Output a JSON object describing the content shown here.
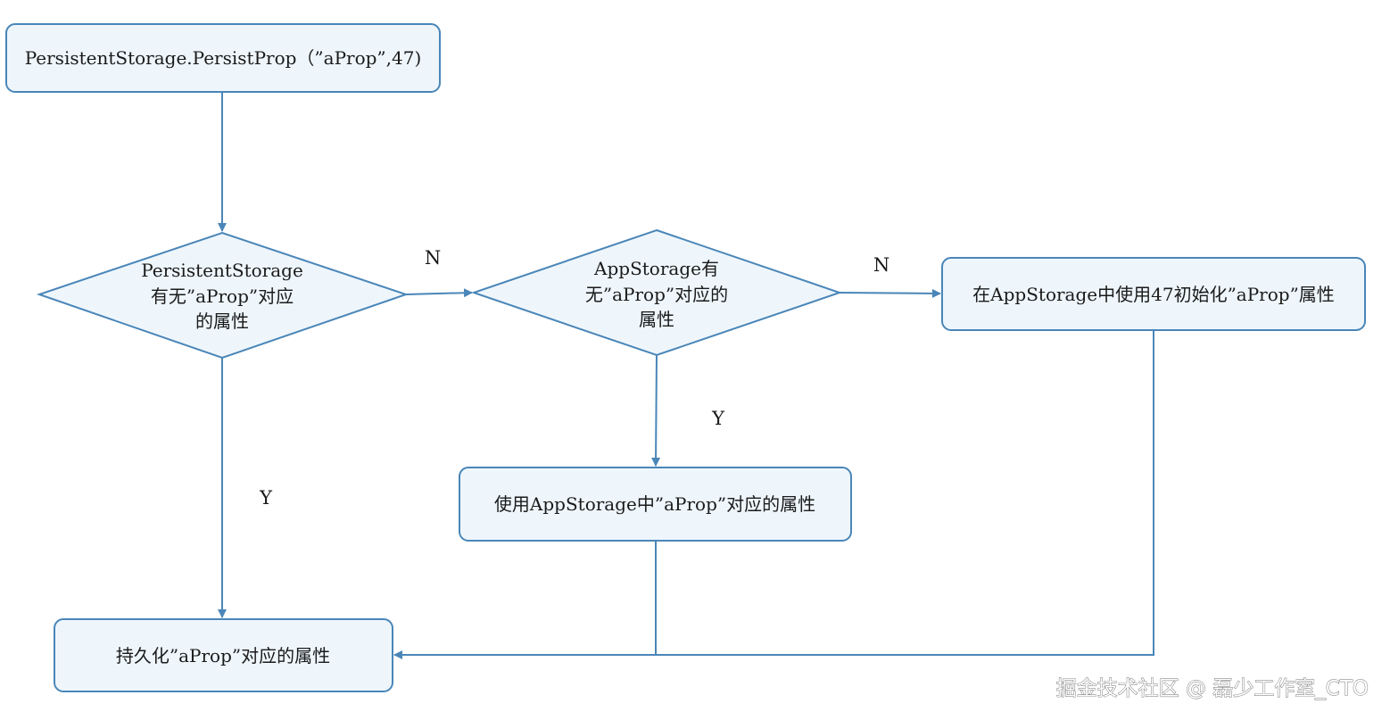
{
  "flowchart": {
    "start": "PersistentStorage.PersistProp（”aProp”,47)",
    "decision_persistent": [
      "PersistentStorage",
      "有无”aProp”对应",
      "的属性"
    ],
    "decision_appstorage": [
      "AppStorage有",
      "无”aProp”对应的",
      "属性"
    ],
    "init_box": "在AppStorage中使用47初始化”aProp”属性",
    "use_box": "使用AppStorage中”aProp”对应的属性",
    "persist_box": "持久化”aProp”对应的属性",
    "labels": {
      "n1": "N",
      "n2": "N",
      "y1": "Y",
      "y2": "Y"
    }
  },
  "colors": {
    "stroke": "#4a86b8",
    "fill": "#eef6fc"
  },
  "watermark": "掘金技术社区 @ 磊少工作室_CTO"
}
